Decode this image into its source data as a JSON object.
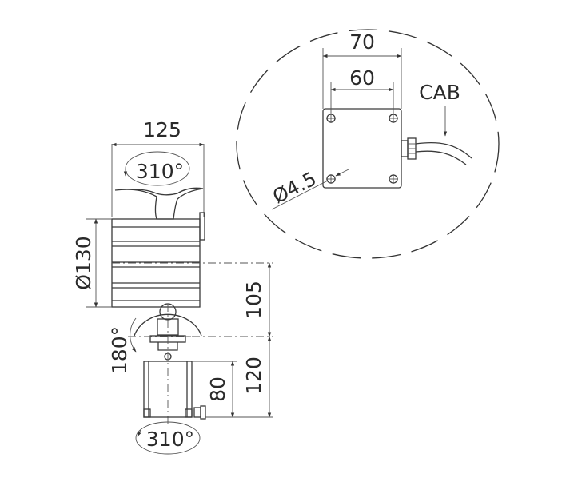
{
  "dimensions": {
    "detail_width_outer": "70",
    "detail_width_inner": "60",
    "detail_hole_dia": "Ø4.5",
    "cable_label": "CAB",
    "lamp_width": "125",
    "rotation_top": "310°",
    "lamp_diameter": "Ø130",
    "tilt_angle": "180°",
    "height_upper": "105",
    "height_lower": "120",
    "base_height": "80",
    "rotation_bottom": "310°"
  }
}
